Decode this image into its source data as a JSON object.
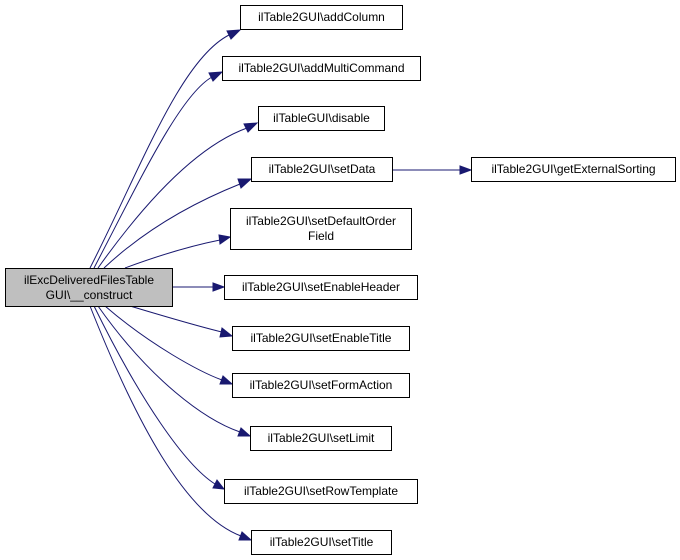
{
  "diagram": {
    "colors": {
      "edge": "#191970",
      "root_fill": "#bfbfbf",
      "node_fill": "#ffffff",
      "border": "#000000"
    },
    "root": {
      "label": "ilExcDeliveredFilesTable\nGUI\\__construct"
    },
    "callees": [
      {
        "label": "ilTable2GUI\\addColumn"
      },
      {
        "label": "ilTable2GUI\\addMultiCommand"
      },
      {
        "label": "ilTableGUI\\disable"
      },
      {
        "label": "ilTable2GUI\\setData"
      },
      {
        "label": "ilTable2GUI\\setDefaultOrder\nField"
      },
      {
        "label": "ilTable2GUI\\setEnableHeader"
      },
      {
        "label": "ilTable2GUI\\setEnableTitle"
      },
      {
        "label": "ilTable2GUI\\setFormAction"
      },
      {
        "label": "ilTable2GUI\\setLimit"
      },
      {
        "label": "ilTable2GUI\\setRowTemplate"
      },
      {
        "label": "ilTable2GUI\\setTitle"
      }
    ],
    "secondary": [
      {
        "label": "ilTable2GUI\\getExternalSorting"
      }
    ]
  }
}
